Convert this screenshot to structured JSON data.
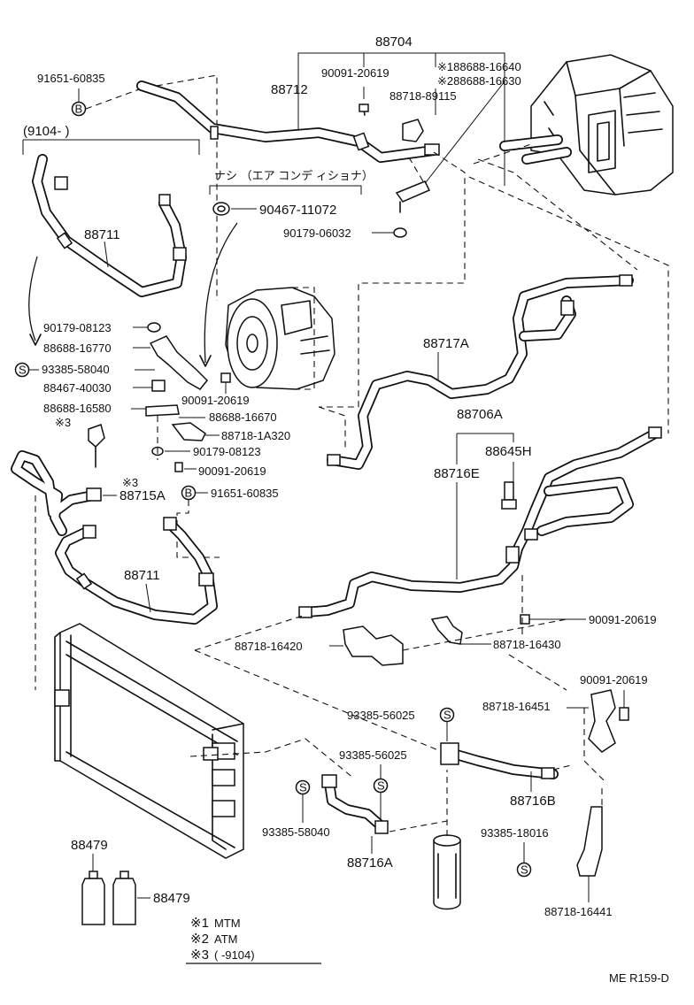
{
  "top_group": {
    "part": "88704",
    "sub_parts": [
      "88712",
      "90091-20619",
      "※188688-16640",
      "※288688-16630",
      "88718-89115"
    ]
  },
  "labels": {
    "p91651_top": "91651-60835",
    "p9104_bracket": "(9104-          )",
    "p88711_upper": "88711",
    "nashi_note": "ナシ （エア コンデ ィショナ）",
    "p90467": "90467-11072",
    "p90179_06032": "90179-06032",
    "p90179_08123a": "90179-08123",
    "p88688_16770": "88688-16770",
    "p93385_58040_left": "93385-58040",
    "p88467": "88467-40030",
    "p90091_comp": "90091-20619",
    "p88688_16580": "88688-16580",
    "mark3_small_a": "※3",
    "p88688_16670": "88688-16670",
    "p88718_1A320": "88718-1A320",
    "p90179_08123b": "90179-08123",
    "p90091_mid": "90091-20619",
    "mark3_small_b": "※3",
    "p88715A": "88715A",
    "p91651_mid": "91651-60835",
    "p88711_lower": "88711",
    "p88717A": "88717A",
    "p88706A": "88706A",
    "p88645H": "88645H",
    "p88716E": "88716E",
    "p90091_right": "90091-20619",
    "p88718_16420": "88718-16420",
    "p88718_16430": "88718-16430",
    "p90091_right2": "90091-20619",
    "p93385_56025a": "93385-56025",
    "p88718_16451": "88718-16451",
    "p93385_56025b": "93385-56025",
    "p88716B": "88716B",
    "p93385_58040_bot": "93385-58040",
    "p88716A": "88716A",
    "p93385_18016": "93385-18016",
    "p88718_16441": "88718-16441",
    "p88479a": "88479",
    "p88479b": "88479",
    "ref_code": "ME R159-D"
  },
  "notes": [
    {
      "mark": "※1",
      "text": "MTM"
    },
    {
      "mark": "※2",
      "text": "ATM"
    },
    {
      "mark": "※3",
      "text": "(       -9104)"
    }
  ],
  "symbols": {
    "bolt_circle": "B",
    "seal_circle": "S"
  }
}
